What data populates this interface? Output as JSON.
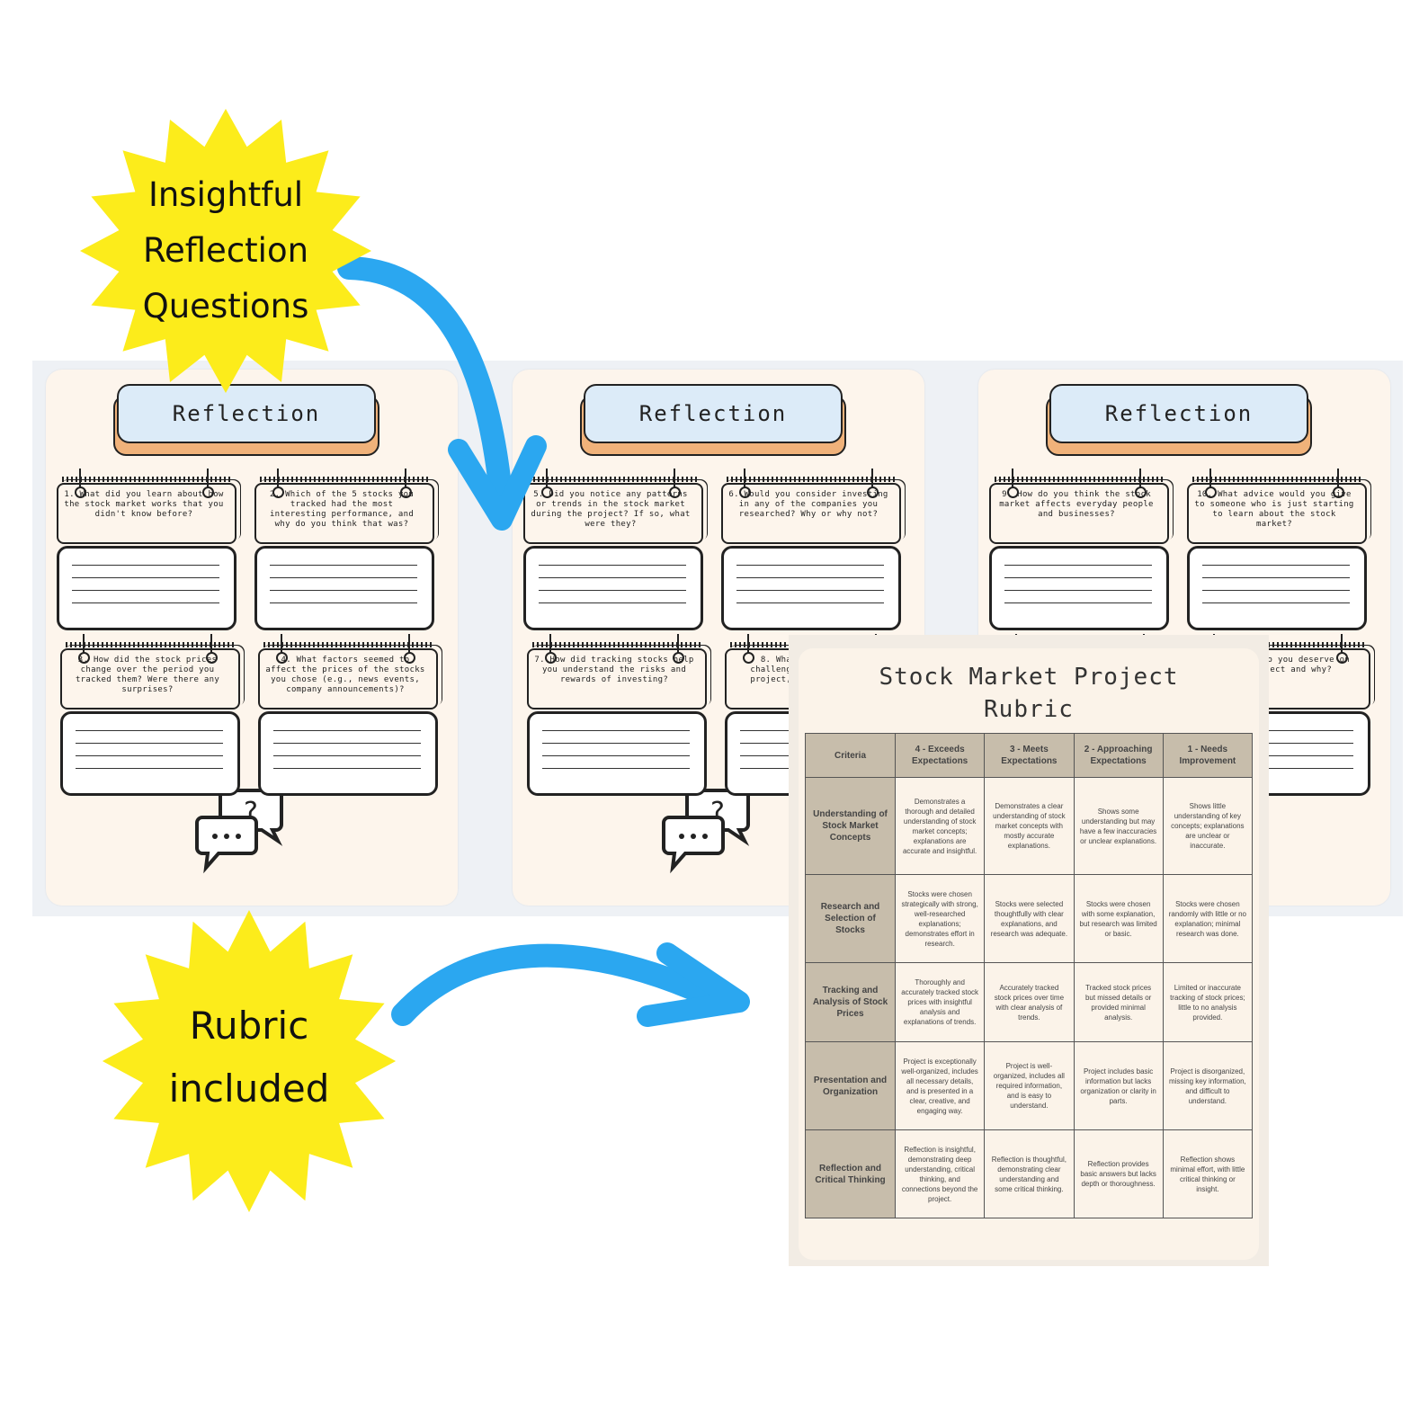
{
  "labels": {
    "top_burst": [
      "Insightful",
      "Reflection",
      "Questions"
    ],
    "bottom_burst": [
      "Rubric",
      "included"
    ]
  },
  "pages": [
    {
      "title": "Reflection",
      "questions": [
        "1. What did you learn about how the stock market works that you didn't know before?",
        "2. Which of the 5 stocks you tracked had the most interesting performance, and why do you think that was?",
        "3. How did the stock prices change over the period you tracked them? Were there any surprises?",
        "4. What factors seemed to affect the prices of the stocks you chose (e.g., news events, company announcements)?"
      ]
    },
    {
      "title": "Reflection",
      "questions": [
        "5. Did you notice any patterns or trends in the stock market during the project? If so, what were they?",
        "6. Would you consider investing in any of the companies you researched? Why or why not?",
        "7. How did tracking stocks help you understand the risks and rewards of investing?",
        "8. What was the most challenging part of this project, and how did you"
      ]
    },
    {
      "title": "Reflection",
      "questions": [
        "9. How do you think the stock market affects everyday people and businesses?",
        "10. What advice would you give to someone who is just starting to learn about the stock market?",
        "",
        "What grade do you deserve on this project and why?"
      ]
    }
  ],
  "rubric": {
    "title_lines": [
      "Stock Market Project",
      "Rubric"
    ],
    "headers": [
      "Criteria",
      "4 - Exceeds Expectations",
      "3 - Meets Expectations",
      "2 - Approaching Expectations",
      "1 - Needs Improvement"
    ],
    "rows": [
      [
        "Understanding of Stock Market Concepts",
        "Demonstrates a thorough and detailed understanding of stock market concepts; explanations are accurate and insightful.",
        "Demonstrates a clear understanding of stock market concepts with mostly accurate explanations.",
        "Shows some understanding but may have a few inaccuracies or unclear explanations.",
        "Shows little understanding of key concepts; explanations are unclear or inaccurate."
      ],
      [
        "Research and Selection of Stocks",
        "Stocks were chosen strategically with strong, well-researched explanations; demonstrates effort in research.",
        "Stocks were selected thoughtfully with clear explanations, and research was adequate.",
        "Stocks were chosen with some explanation, but research was limited or basic.",
        "Stocks were chosen randomly with little or no explanation; minimal research was done."
      ],
      [
        "Tracking and Analysis of Stock Prices",
        "Thoroughly and accurately tracked stock prices with insightful analysis and explanations of trends.",
        "Accurately tracked stock prices over time with clear analysis of trends.",
        "Tracked stock prices but missed details or provided minimal analysis.",
        "Limited or inaccurate tracking of stock prices; little to no analysis provided."
      ],
      [
        "Presentation and Organization",
        "Project is exceptionally well-organized, includes all necessary details, and is presented in a clear, creative, and engaging way.",
        "Project is well-organized, includes all required information, and is easy to understand.",
        "Project includes basic information but lacks organization or clarity in parts.",
        "Project is disorganized, missing key information, and difficult to understand."
      ],
      [
        "Reflection and Critical Thinking",
        "Reflection is insightful, demonstrating deep understanding, critical thinking, and connections beyond the project.",
        "Reflection is thoughtful, demonstrating clear understanding and some critical thinking.",
        "Reflection provides basic answers but lacks depth or thoroughness.",
        "Reflection shows minimal effort, with little critical thinking or insight."
      ]
    ]
  },
  "colors": {
    "burst": "#fcec1b",
    "arrow": "#2ba7f0",
    "title_box": "#dcebf8",
    "title_shadow": "#f0b27a",
    "page_bg": "#fdf5ec",
    "rubric_header": "#c7bdab"
  },
  "icons": [
    "speech-bubbles-question-icon",
    "curved-arrow-icon",
    "starburst-icon"
  ]
}
